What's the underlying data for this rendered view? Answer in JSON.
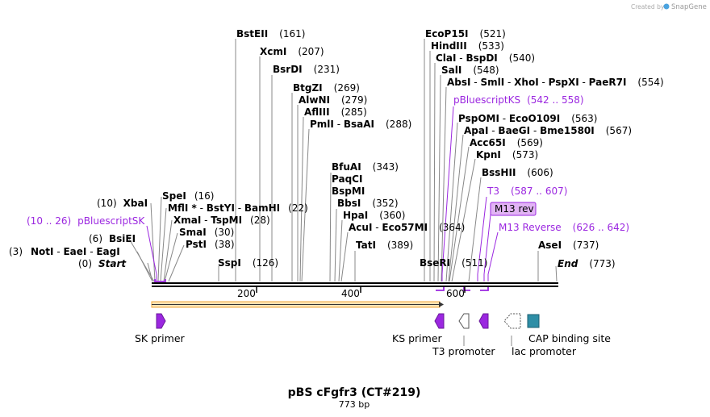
{
  "branding": {
    "created_by": "Created by",
    "app_name": "SnapGene"
  },
  "map": {
    "title": "pBS cFgfr3 (CT#219)",
    "length_label": "773 bp",
    "ruler_ticks": [
      "200",
      "400",
      "600"
    ]
  },
  "enzyme_sites": [
    {
      "names": [
        "NotI",
        "EaeI",
        "EagI"
      ],
      "pos": "(3)"
    },
    {
      "names": [
        "BsiEI"
      ],
      "pos": "(6)"
    },
    {
      "names": [
        "XbaI"
      ],
      "pos": "(10)"
    },
    {
      "names": [
        "Start"
      ],
      "pos": "(0)"
    },
    {
      "names": [
        "SpeI"
      ],
      "pos": "(16)"
    },
    {
      "names": [
        "MflI *",
        "BstYI",
        "BamHI"
      ],
      "pos": "(22)"
    },
    {
      "names": [
        "XmaI",
        "TspMI"
      ],
      "pos": "(28)"
    },
    {
      "names": [
        "SmaI"
      ],
      "pos": "(30)"
    },
    {
      "names": [
        "PstI"
      ],
      "pos": "(38)"
    },
    {
      "names": [
        "SspI"
      ],
      "pos": "(126)"
    },
    {
      "names": [
        "BstEII"
      ],
      "pos": "(161)"
    },
    {
      "names": [
        "XcmI"
      ],
      "pos": "(207)"
    },
    {
      "names": [
        "BsrDI"
      ],
      "pos": "(231)"
    },
    {
      "names": [
        "BtgZI"
      ],
      "pos": "(269)"
    },
    {
      "names": [
        "AlwNI"
      ],
      "pos": "(279)"
    },
    {
      "names": [
        "AflIII"
      ],
      "pos": "(285)"
    },
    {
      "names": [
        "PmlI",
        "BsaAI"
      ],
      "pos": "(288)"
    },
    {
      "names": [
        "BfuAI"
      ],
      "pos": "(343)"
    },
    {
      "names": [
        "PaqCI"
      ],
      "pos": ""
    },
    {
      "names": [
        "BspMI"
      ],
      "pos": ""
    },
    {
      "names": [
        "BbsI"
      ],
      "pos": "(352)"
    },
    {
      "names": [
        "HpaI"
      ],
      "pos": "(360)"
    },
    {
      "names": [
        "AcuI",
        "Eco57MI"
      ],
      "pos": "(364)"
    },
    {
      "names": [
        "TatI"
      ],
      "pos": "(389)"
    },
    {
      "names": [
        "EcoP15I"
      ],
      "pos": "(521)"
    },
    {
      "names": [
        "HindIII"
      ],
      "pos": "(533)"
    },
    {
      "names": [
        "ClaI",
        "BspDI"
      ],
      "pos": "(540)"
    },
    {
      "names": [
        "SalI"
      ],
      "pos": "(548)"
    },
    {
      "names": [
        "AbsI",
        "SmlI",
        "XhoI",
        "PspXI",
        "PaeR7I"
      ],
      "pos": "(554)"
    },
    {
      "names": [
        "PspOMI",
        "EcoO109I"
      ],
      "pos": "(563)"
    },
    {
      "names": [
        "ApaI",
        "BaeGI",
        "Bme1580I"
      ],
      "pos": "(567)"
    },
    {
      "names": [
        "Acc65I"
      ],
      "pos": "(569)"
    },
    {
      "names": [
        "KpnI"
      ],
      "pos": "(573)"
    },
    {
      "names": [
        "BssHII"
      ],
      "pos": "(606)"
    },
    {
      "names": [
        "BseRI"
      ],
      "pos": "(511)"
    },
    {
      "names": [
        "AseI"
      ],
      "pos": "(737)"
    },
    {
      "names": [
        "End"
      ],
      "pos": "(773)"
    }
  ],
  "primer_sites": [
    {
      "name": "pBluescriptSK",
      "range": "(10 .. 26)"
    },
    {
      "name": "pBluescriptKS",
      "range": "(542 .. 558)"
    },
    {
      "name": "T3",
      "range": "(587 .. 607)"
    },
    {
      "name": "M13 rev",
      "range": ""
    },
    {
      "name": "M13 Reverse",
      "range": "(626 .. 642)"
    }
  ],
  "features": [
    {
      "name": "SK primer",
      "color": "#9b27e0"
    },
    {
      "name": "KS primer",
      "color": "#9b27e0"
    },
    {
      "name": "T3 promoter",
      "color": "#ffffff"
    },
    {
      "name": "lac promoter",
      "color": "#ffffff"
    },
    {
      "name": "CAP binding site",
      "color": "#2e8ea6"
    }
  ],
  "colors": {
    "primer": "#9b27e0",
    "insert_arrow": "#f2a93b",
    "feature_purple": "#9b27e0",
    "cap": "#2e8ea6"
  }
}
